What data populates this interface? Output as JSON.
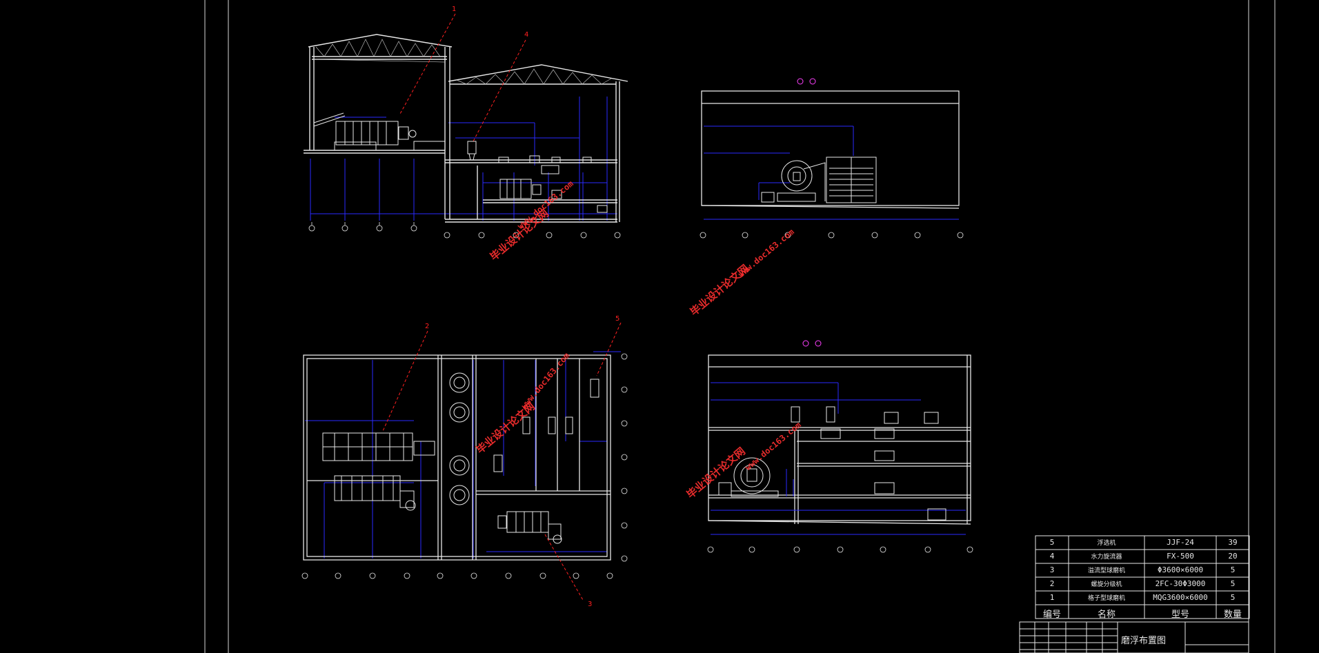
{
  "drawing_title": "磨浮布置图",
  "callouts": [
    "1",
    "2",
    "3",
    "4",
    "5"
  ],
  "bom": {
    "header": {
      "no": "编号",
      "name": "名称",
      "model": "型号",
      "qty": "数量"
    },
    "rows": [
      {
        "no": "5",
        "name": "浮选机",
        "model": "JJF-24",
        "qty": "39"
      },
      {
        "no": "4",
        "name": "水力旋流器",
        "model": "FX-500",
        "qty": "20"
      },
      {
        "no": "3",
        "name": "溢流型球磨机",
        "model": "Φ3600×6000",
        "qty": "5"
      },
      {
        "no": "2",
        "name": "螺旋分级机",
        "model": "2FC-30Φ3000",
        "qty": "5"
      },
      {
        "no": "1",
        "name": "格子型球磨机",
        "model": "MQG3600×6000",
        "qty": "5"
      }
    ]
  },
  "watermarks": [
    {
      "text": "毕业设计论文网",
      "url": "www.doc163.com"
    },
    {
      "text": "毕业设计论文网",
      "url": "www.doc163.com"
    },
    {
      "text": "毕业设计论文网",
      "url": "www.doc163.com"
    },
    {
      "text": "毕业设计论文网",
      "url": "www.doc163.com"
    }
  ],
  "colors": {
    "background": "#000000",
    "lines": "#e8e8e8",
    "dims": "#2a2aff",
    "callouts": "#ff2020",
    "watermark": "#ff3030",
    "section": "#ff40ff"
  }
}
